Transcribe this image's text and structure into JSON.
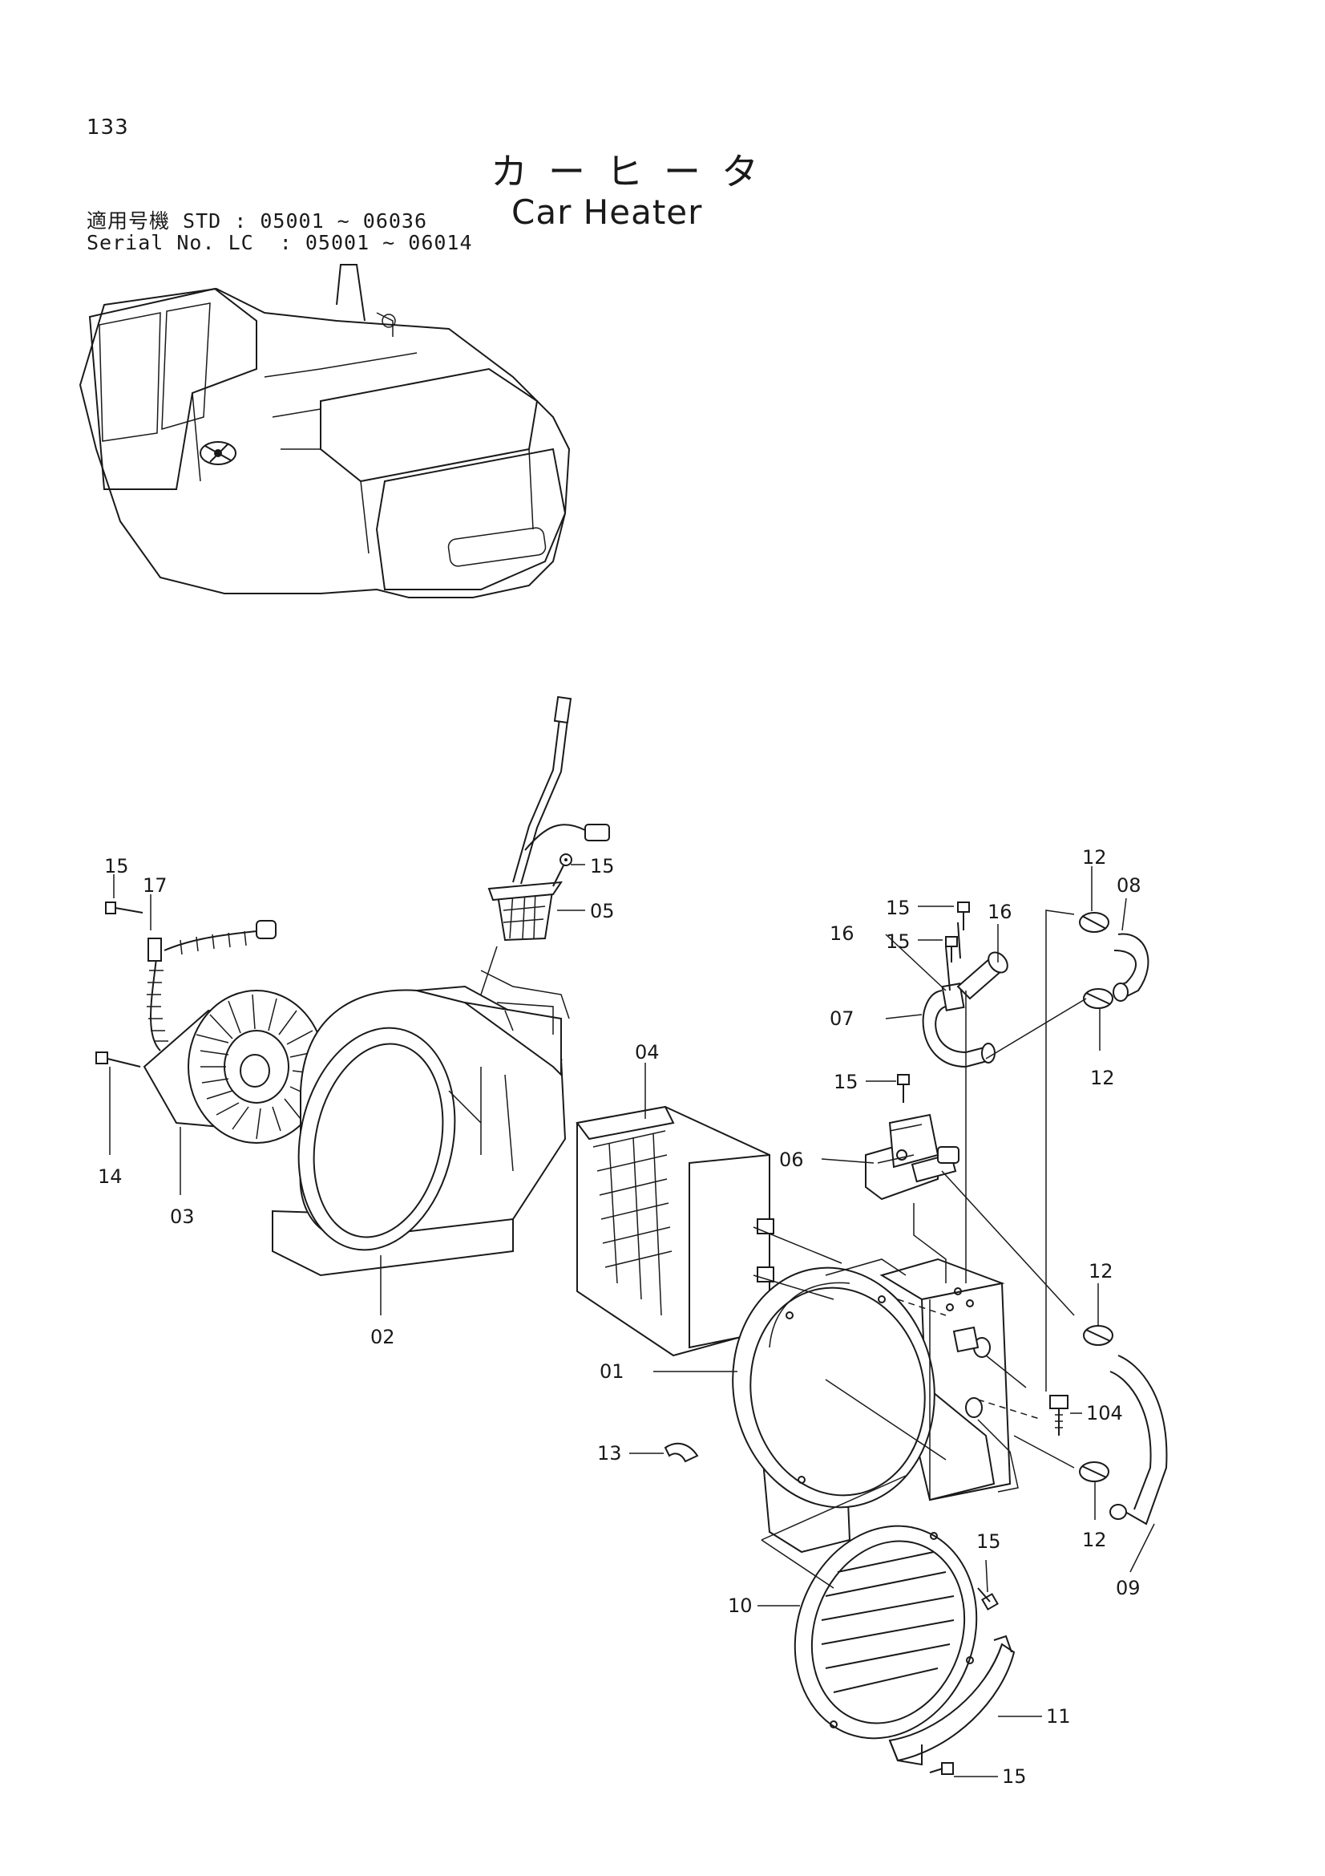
{
  "header": {
    "page_number": "133",
    "title_jp": "カーヒータ",
    "title_en": "Car Heater",
    "serial_line_1": "適用号機 STD : 05001 ~ 06036",
    "serial_line_2": "Serial No. LC  : 05001 ~ 06014"
  },
  "callouts": [
    {
      "id": "c-15-a",
      "text": "15"
    },
    {
      "id": "c-17",
      "text": "17"
    },
    {
      "id": "c-14",
      "text": "14"
    },
    {
      "id": "c-03",
      "text": "03"
    },
    {
      "id": "c-02",
      "text": "02"
    },
    {
      "id": "c-15-b",
      "text": "15"
    },
    {
      "id": "c-05",
      "text": "05"
    },
    {
      "id": "c-04",
      "text": "04"
    },
    {
      "id": "c-15-c",
      "text": "15"
    },
    {
      "id": "c-15-d",
      "text": "15"
    },
    {
      "id": "c-16-a",
      "text": "16"
    },
    {
      "id": "c-16-b",
      "text": "16"
    },
    {
      "id": "c-07",
      "text": "07"
    },
    {
      "id": "c-15-e",
      "text": "15"
    },
    {
      "id": "c-06",
      "text": "06"
    },
    {
      "id": "c-12-a",
      "text": "12"
    },
    {
      "id": "c-08",
      "text": "08"
    },
    {
      "id": "c-12-b",
      "text": "12"
    },
    {
      "id": "c-12-c",
      "text": "12"
    },
    {
      "id": "c-01",
      "text": "01"
    },
    {
      "id": "c-104",
      "text": "104"
    },
    {
      "id": "c-13",
      "text": "13"
    },
    {
      "id": "c-12-d",
      "text": "12"
    },
    {
      "id": "c-09",
      "text": "09"
    },
    {
      "id": "c-15-f",
      "text": "15"
    },
    {
      "id": "c-10",
      "text": "10"
    },
    {
      "id": "c-11",
      "text": "11"
    },
    {
      "id": "c-15-g",
      "text": "15"
    }
  ]
}
